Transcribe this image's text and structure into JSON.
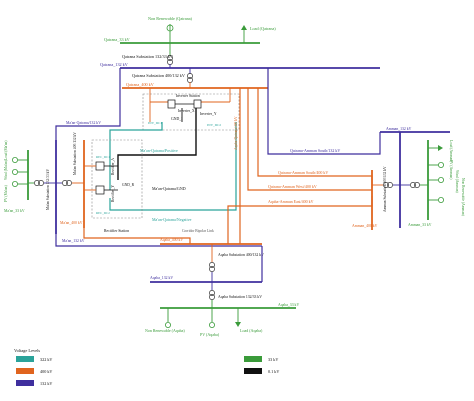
{
  "top": {
    "non_renewable": "Non Renewable (Qatrana)",
    "load": "Load (Qatrana)",
    "qatrana_33": "Qatrana_33 kV",
    "qatrana_sub_132_33": "Qatrana Substation 132/33 kV",
    "qatrana_132": "Qatrana_132 kV",
    "qatrana_sub_400_132": "Qatrana Substation 400/132 kV",
    "qatrana_400": "Qatrana_400 kV"
  },
  "hvdc": {
    "inverter_station": "Inverter Station",
    "inv_dc1": "INV_DC1",
    "inv_dc2": "INV_DC2",
    "inverter_x": "Inverter_X",
    "inverter_y": "Inverter_Y",
    "gnd_i": "GND_I",
    "main_qatrana_positive": "Ma'an-Qatrana/Positive",
    "main_qatrana_gnd": "Ma'an-Qatrana/GND",
    "main_qatrana_negative": "Ma'an-Qatrana/Negative",
    "rectifier_a": "Rectifier_A",
    "rectifier_y": "Rectifier_Y",
    "gnd_r": "GND_R",
    "rec_dc1": "REC_DC1",
    "rec_dc2": "REC_DC2",
    "rectifier_station": "Rectifier Station",
    "corridor_note": "Corridor Bipolar Link"
  },
  "maan": {
    "link_132": "Ma'an-Qatrana/132 kV",
    "substation_400_132": "Ma'an Substation 400/132 kV",
    "substation_132_33": "Ma'an Substation 132/33 kV",
    "bus_400": "Ma'an_400 kV",
    "bus_132": "Ma'an_132 kV",
    "bus_33": "Ma'an_33 kV",
    "pv": "PV (Ma'an)",
    "wind": "Wind (Ma'an)",
    "load": "Load (Ma'an)"
  },
  "lines": {
    "qatrana_amman_south_132": "Qatrana-Amman South/132 kV",
    "qatrana_amman_south_400": "Qatrana-Amman South/400 kV",
    "qatrana_amman_west_400": "Qatrana-Amman West/400 kV",
    "aqaba_amman_east_400": "Aqaba-Amman East/400 kV",
    "aqaba_qatrana_400": "Aqaba-Qatrana/400 kV"
  },
  "amman": {
    "bus_132": "Amman_132 kV",
    "bus_400": "Amman_400 kV",
    "bus_33": "Amman_33 kV",
    "substation_400_132": "Amman Substation 400/132 kV",
    "load": "Load (Amman)",
    "pv": "PV (Amman)",
    "wind": "Wind (Amman)",
    "non_renewable": "Non Renewable (Amman)"
  },
  "aqaba": {
    "bus_400": "Aqaba_400 kV",
    "substation_400_132": "Aqaba Substation 400/132 kV",
    "bus_132": "Aqaba_132 kV",
    "substation_132_33": "Aqaba Substation 132/33 kV",
    "bus_33": "Aqaba_33 kV",
    "non_renewable": "Non Renewable (Aqaba)",
    "pv": "PV (Aqaba)",
    "load": "Load (Aqaba)"
  },
  "legend": {
    "title": "Voltage Levels",
    "items": [
      {
        "label": "322 kV",
        "color": "#2aa39a"
      },
      {
        "label": "400 kV",
        "color": "#e0641e"
      },
      {
        "label": "132 kV",
        "color": "#3f2f9e"
      },
      {
        "label": "33 kV",
        "color": "#3a9b3a"
      },
      {
        "label": "0.1 kV",
        "color": "#111111"
      }
    ]
  },
  "colors": {
    "kv322": "#2aa39a",
    "kv400": "#e0641e",
    "kv132": "#3f2f9e",
    "kv33": "#3a9b3a",
    "kv01": "#111111"
  }
}
